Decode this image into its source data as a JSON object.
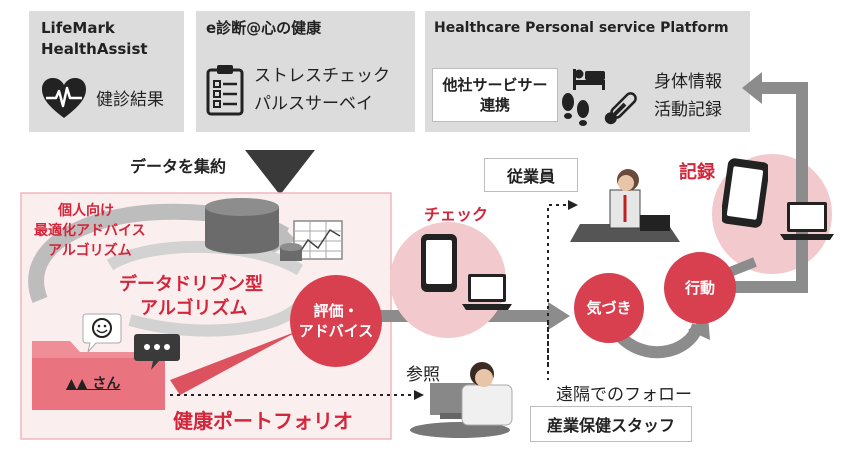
{
  "panels": {
    "lifemark": {
      "title_line1": "LifeMark",
      "title_line2": "HealthAssist",
      "item": "健診結果"
    },
    "eshindan": {
      "title": "e診断@心の健康",
      "item1": "ストレスチェック",
      "item2": "パルスサーベイ"
    },
    "hpsp": {
      "title": "Healthcare Personal service Platform",
      "partner_line1": "他社サービサー",
      "partner_line2": "連携",
      "item1": "身体情報",
      "item2": "活動記録"
    }
  },
  "aggregate_label": "データを集約",
  "left_section": {
    "personal_algo_line1": "個人向け",
    "personal_algo_line2": "最適化アドバイス",
    "personal_algo_line3": "アルゴリズム",
    "data_driven_line1": "データドリブン型",
    "data_driven_line2": "アルゴリズム",
    "folder_name": "▲▲ さん",
    "portfolio": "健康ポートフォリオ"
  },
  "eval_circle_line1": "評価・",
  "eval_circle_line2": "アドバイス",
  "check_label": "チェック",
  "employee_label": "従業員",
  "record_label": "記録",
  "awareness_label": "気づき",
  "action_label": "行動",
  "reference_label": "参照",
  "remote_follow_label": "遠隔でのフォロー",
  "staff_label": "産業保健スタッフ",
  "colors": {
    "accent_red": "#d4263b",
    "circle_red": "#d9404f",
    "halo_pink": "#f2c9cd",
    "panel_gray": "#dcdcdc",
    "arrow_gray": "#8c8c8c"
  }
}
